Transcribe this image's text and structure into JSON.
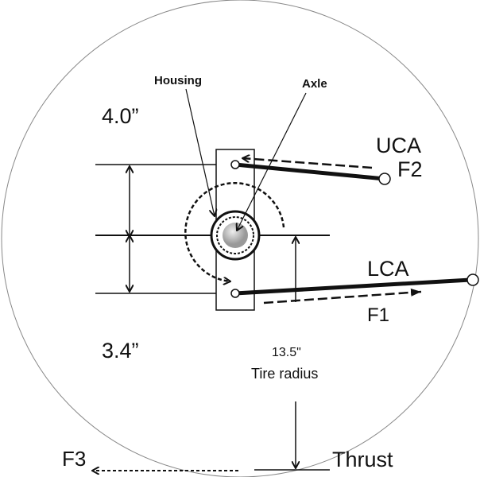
{
  "labels": {
    "housing": "Housing",
    "axle": "Axle",
    "upper_dim": "4.0”",
    "lower_dim": "3.4”",
    "uca": "UCA",
    "f2": "F2",
    "lca": "LCA",
    "f1": "F1",
    "tire_radius_value": "13.5\"",
    "tire_radius_label": "Tire radius",
    "f3": "F3",
    "thrust": "Thrust"
  }
}
